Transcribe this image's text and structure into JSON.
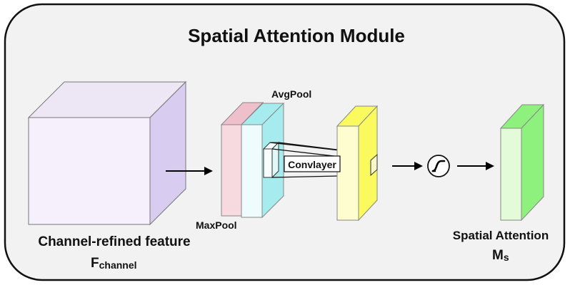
{
  "title": "Spatial Attention Module",
  "labels": {
    "input_feature": "Channel-refined feature",
    "input_symbol_main": "F",
    "input_symbol_sub": "channel",
    "avgpool": "AvgPool",
    "maxpool": "MaxPool",
    "convlayer": "Convlayer",
    "output_feature": "Spatial Attention",
    "output_symbol_main": "M",
    "output_symbol_sub": "s"
  },
  "icons": {
    "sigmoid": "sigmoid-icon",
    "arrow": "arrow-right-icon"
  },
  "colors": {
    "panel_fill": "#f2f2f2",
    "input_cube_front": "#f5f0fc",
    "input_cube_top": "#ece6f5",
    "input_cube_side": "#d8ccf0",
    "maxpool_front": "#f7d9e0",
    "maxpool_side": "#efbfcc",
    "avgpool_front": "#eefcfd",
    "avgpool_side": "#a6ecee",
    "conv_front": "#fefdd0",
    "conv_side": "#fafa5e",
    "output_front": "#e3fbd9",
    "output_side": "#8ef07d"
  }
}
